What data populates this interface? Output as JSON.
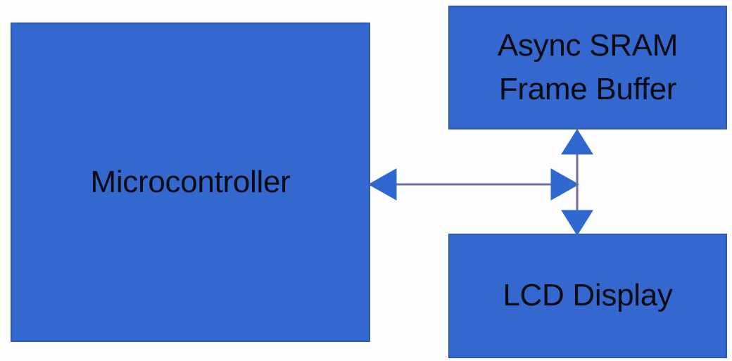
{
  "diagram": {
    "title": "Microcontroller to Async SRAM Frame Buffer and LCD Display block diagram",
    "background_color": "#fefefe",
    "block_fill_color": "#3468ce",
    "block_border_color": "#2c5bb4",
    "text_color": "#0b0b14",
    "arrow_head_color": "#2f68cf",
    "arrow_shaft_color": "#6f6f9d",
    "blocks": [
      {
        "id": "microcontroller",
        "label": "Microcontroller"
      },
      {
        "id": "async-sram-frame-buffer",
        "label": "Async SRAM\nFrame Buffer"
      },
      {
        "id": "lcd-display",
        "label": "LCD Display"
      }
    ],
    "connectors": [
      {
        "id": "mcu-bus",
        "orientation": "horizontal",
        "style": "double-headed-arrow",
        "from": "microcontroller",
        "to": "bus-junction"
      },
      {
        "id": "memory-bus",
        "orientation": "vertical",
        "style": "double-headed-arrow",
        "from": "async-sram-frame-buffer",
        "to": "lcd-display"
      }
    ]
  }
}
